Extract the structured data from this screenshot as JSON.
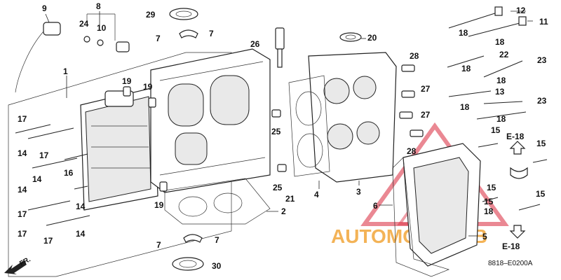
{
  "callouts": {
    "c1": "1",
    "c2": "2",
    "c3": "3",
    "c4": "4",
    "c5": "5",
    "c6": "6",
    "c7a": "7",
    "c7b": "7",
    "c7c": "7",
    "c7d": "7",
    "c8": "8",
    "c9": "9",
    "c10": "10",
    "c11": "11",
    "c12": "12",
    "c13": "13",
    "c14a": "14",
    "c14b": "14",
    "c14c": "14",
    "c14d": "14",
    "c14e": "14",
    "c15a": "15",
    "c15b": "15",
    "c15c": "15",
    "c15d": "15",
    "c15e": "15",
    "c16": "16",
    "c17a": "17",
    "c17b": "17",
    "c17c": "17",
    "c17d": "17",
    "c17e": "17",
    "c18a": "18",
    "c18b": "18",
    "c18c": "18",
    "c18d": "18",
    "c18e": "18",
    "c18f": "18",
    "c18g": "18",
    "c19a": "19",
    "c19b": "19",
    "c19c": "19",
    "c20": "20",
    "c21": "21",
    "c22": "22",
    "c23a": "23",
    "c23b": "23",
    "c24": "24",
    "c25a": "25",
    "c25b": "25",
    "c26": "26",
    "c27a": "27",
    "c27b": "27",
    "c28a": "28",
    "c28b": "28",
    "c29": "29",
    "c30": "30"
  },
  "refs": {
    "e18_top": "E-18",
    "e18_bottom": "E-18"
  },
  "direction_label": "FR.",
  "diagram_code": "8818–E0200A",
  "watermark": {
    "text": "AUTOMOTOHUB",
    "color": "#f2a63a",
    "triangle_color": "#d9263a"
  }
}
